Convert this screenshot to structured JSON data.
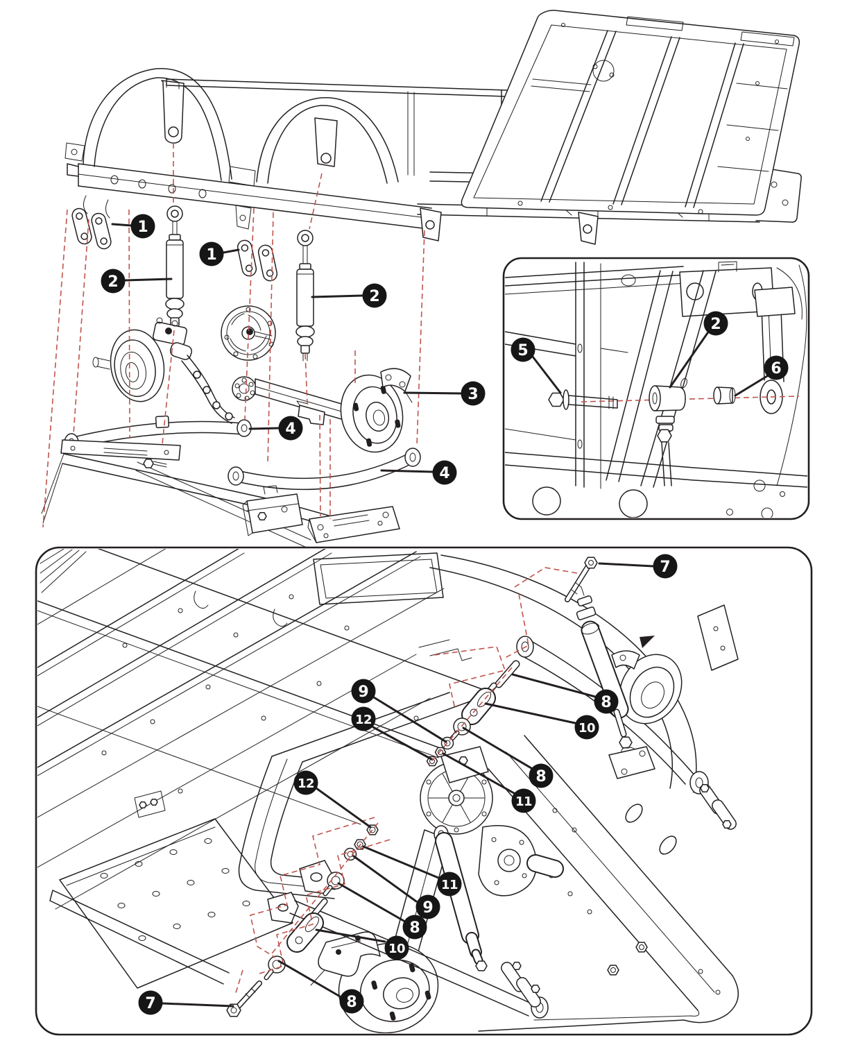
{
  "figure": {
    "type": "exploded-parts-diagram",
    "description_visible_text_only": true,
    "panels": {
      "top_figure": {
        "name": "chassis-rear-suspension-exploded-view"
      },
      "inset": {
        "name": "shock-upper-mount-detail"
      },
      "bottom_figure": {
        "name": "chassis-underside-exploded-view"
      }
    }
  },
  "colors": {
    "background": "#ffffff",
    "line": "#231f20",
    "dashed_leader": "#c0544c",
    "callout_fill": "#161616",
    "callout_text": "#ffffff"
  },
  "callouts": {
    "top": [
      {
        "label": "1"
      },
      {
        "label": "1"
      },
      {
        "label": "2"
      },
      {
        "label": "2"
      },
      {
        "label": "3"
      },
      {
        "label": "4"
      },
      {
        "label": "4"
      }
    ],
    "inset": [
      {
        "label": "5"
      },
      {
        "label": "2"
      },
      {
        "label": "6"
      }
    ],
    "bottom": [
      {
        "label": "7"
      },
      {
        "label": "9"
      },
      {
        "label": "12"
      },
      {
        "label": "8"
      },
      {
        "label": "10"
      },
      {
        "label": "8"
      },
      {
        "label": "11"
      },
      {
        "label": "12"
      },
      {
        "label": "11"
      },
      {
        "label": "9"
      },
      {
        "label": "8"
      },
      {
        "label": "10"
      },
      {
        "label": "8"
      },
      {
        "label": "7"
      }
    ]
  }
}
